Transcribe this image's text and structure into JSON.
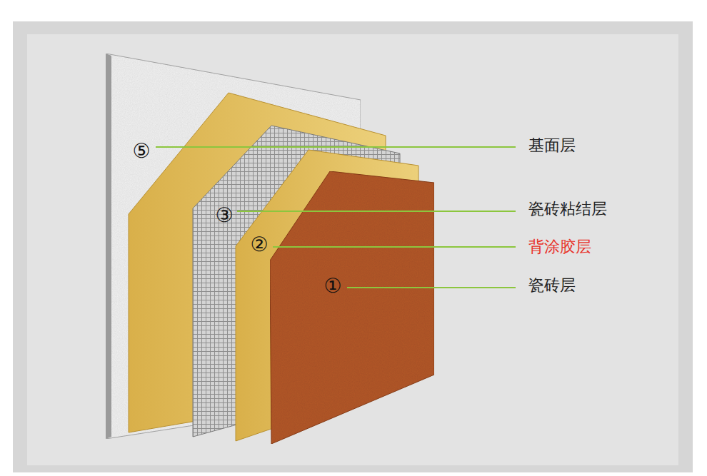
{
  "diagram": {
    "labels": [
      "⑤",
      "基面层",
      "③",
      "瓷砖粘结层",
      "②",
      "背涂胶层",
      "①",
      "瓷砖层"
    ]
  }
}
